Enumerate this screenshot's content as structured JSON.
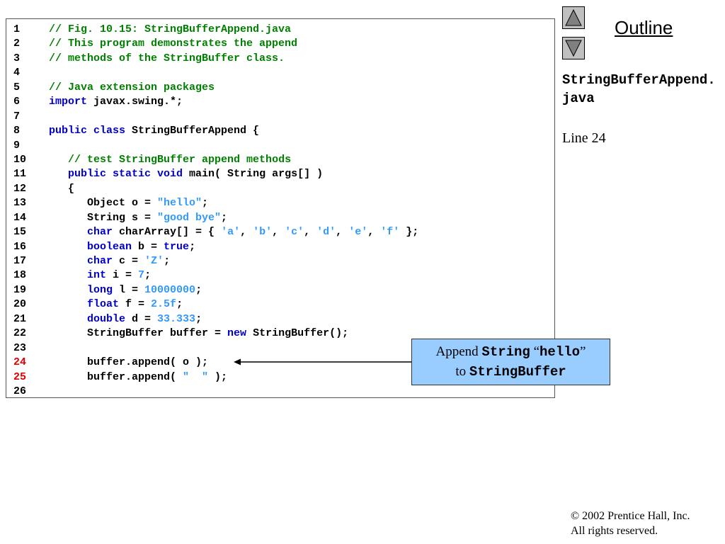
{
  "outline_title": "Outline",
  "file_name": "StringBufferAppend.java",
  "line_ref": "Line 24",
  "callout": {
    "part1": "Append ",
    "code1": "String",
    "part2": " “",
    "code2": "hello",
    "part3": "”",
    "part4": "to ",
    "code3": "StringBuffer"
  },
  "copyright": {
    "symbol": "©",
    "line1": " 2002 Prentice Hall, Inc.",
    "line2": "All rights reserved."
  },
  "colors": {
    "comment": "#008000",
    "keyword": "#0000cc",
    "literal": "#3399ff",
    "highlight_line_number": "#e00000",
    "callout_fill": "#99ccff"
  },
  "icons": {
    "up": "triangle-up-icon",
    "down": "triangle-down-icon"
  },
  "code_lines": [
    {
      "num": "1",
      "hl": false,
      "tokens": [
        [
          "c",
          "// Fig. 10.15: StringBufferAppend.java"
        ]
      ]
    },
    {
      "num": "2",
      "hl": false,
      "tokens": [
        [
          "c",
          "// This program demonstrates the append"
        ]
      ]
    },
    {
      "num": "3",
      "hl": false,
      "tokens": [
        [
          "c",
          "// methods of the StringBuffer class."
        ]
      ]
    },
    {
      "num": "4",
      "hl": false,
      "tokens": []
    },
    {
      "num": "5",
      "hl": false,
      "tokens": [
        [
          "c",
          "// Java extension packages"
        ]
      ]
    },
    {
      "num": "6",
      "hl": false,
      "tokens": [
        [
          "k",
          "import"
        ],
        [
          "p",
          " javax.swing.*;"
        ]
      ]
    },
    {
      "num": "7",
      "hl": false,
      "tokens": []
    },
    {
      "num": "8",
      "hl": false,
      "tokens": [
        [
          "k",
          "public class"
        ],
        [
          "p",
          " StringBufferAppend {"
        ]
      ]
    },
    {
      "num": "9",
      "hl": false,
      "tokens": []
    },
    {
      "num": "10",
      "hl": false,
      "tokens": [
        [
          "p",
          "   "
        ],
        [
          "c",
          "// test StringBuffer append methods"
        ]
      ]
    },
    {
      "num": "11",
      "hl": false,
      "tokens": [
        [
          "p",
          "   "
        ],
        [
          "k",
          "public static void"
        ],
        [
          "p",
          " main( String args[] )"
        ]
      ]
    },
    {
      "num": "12",
      "hl": false,
      "tokens": [
        [
          "p",
          "   {"
        ]
      ]
    },
    {
      "num": "13",
      "hl": false,
      "tokens": [
        [
          "p",
          "      Object o = "
        ],
        [
          "s",
          "\"hello\""
        ],
        [
          "p",
          ";"
        ]
      ]
    },
    {
      "num": "14",
      "hl": false,
      "tokens": [
        [
          "p",
          "      String s = "
        ],
        [
          "s",
          "\"good bye\""
        ],
        [
          "p",
          ";"
        ]
      ]
    },
    {
      "num": "15",
      "hl": false,
      "tokens": [
        [
          "p",
          "      "
        ],
        [
          "k",
          "char"
        ],
        [
          "p",
          " charArray[] = { "
        ],
        [
          "s",
          "'a'"
        ],
        [
          "p",
          ", "
        ],
        [
          "s",
          "'b'"
        ],
        [
          "p",
          ", "
        ],
        [
          "s",
          "'c'"
        ],
        [
          "p",
          ", "
        ],
        [
          "s",
          "'d'"
        ],
        [
          "p",
          ", "
        ],
        [
          "s",
          "'e'"
        ],
        [
          "p",
          ", "
        ],
        [
          "s",
          "'f'"
        ],
        [
          "p",
          " };"
        ]
      ]
    },
    {
      "num": "16",
      "hl": false,
      "tokens": [
        [
          "p",
          "      "
        ],
        [
          "k",
          "boolean"
        ],
        [
          "p",
          " b = "
        ],
        [
          "k",
          "true"
        ],
        [
          "p",
          ";"
        ]
      ]
    },
    {
      "num": "17",
      "hl": false,
      "tokens": [
        [
          "p",
          "      "
        ],
        [
          "k",
          "char"
        ],
        [
          "p",
          " c = "
        ],
        [
          "s",
          "'Z'"
        ],
        [
          "p",
          ";"
        ]
      ]
    },
    {
      "num": "18",
      "hl": false,
      "tokens": [
        [
          "p",
          "      "
        ],
        [
          "k",
          "int"
        ],
        [
          "p",
          " i = "
        ],
        [
          "s",
          "7"
        ],
        [
          "p",
          ";"
        ]
      ]
    },
    {
      "num": "19",
      "hl": false,
      "tokens": [
        [
          "p",
          "      "
        ],
        [
          "k",
          "long"
        ],
        [
          "p",
          " l = "
        ],
        [
          "s",
          "10000000"
        ],
        [
          "p",
          ";"
        ]
      ]
    },
    {
      "num": "20",
      "hl": false,
      "tokens": [
        [
          "p",
          "      "
        ],
        [
          "k",
          "float"
        ],
        [
          "p",
          " f = "
        ],
        [
          "s",
          "2.5f"
        ],
        [
          "p",
          ";"
        ]
      ]
    },
    {
      "num": "21",
      "hl": false,
      "tokens": [
        [
          "p",
          "      "
        ],
        [
          "k",
          "double"
        ],
        [
          "p",
          " d = "
        ],
        [
          "s",
          "33.333"
        ],
        [
          "p",
          ";"
        ]
      ]
    },
    {
      "num": "22",
      "hl": false,
      "tokens": [
        [
          "p",
          "      StringBuffer buffer = "
        ],
        [
          "k",
          "new"
        ],
        [
          "p",
          " StringBuffer();"
        ]
      ]
    },
    {
      "num": "23",
      "hl": false,
      "tokens": []
    },
    {
      "num": "24",
      "hl": true,
      "tokens": [
        [
          "p",
          "      buffer.append( o );"
        ]
      ]
    },
    {
      "num": "25",
      "hl": true,
      "tokens": [
        [
          "p",
          "      buffer.append( "
        ],
        [
          "s",
          "\"  \""
        ],
        [
          "p",
          " );"
        ]
      ]
    },
    {
      "num": "26",
      "hl": false,
      "tokens": []
    }
  ]
}
